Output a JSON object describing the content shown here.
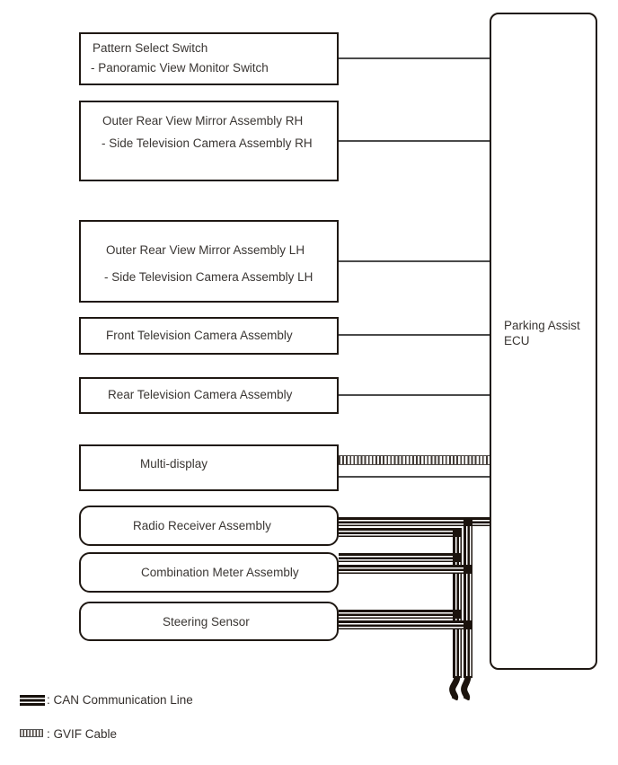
{
  "boxes": {
    "pattern_select": {
      "line1": "Pattern Select Switch",
      "line2": "- Panoramic View Monitor Switch"
    },
    "mirror_rh": {
      "line1": "Outer Rear View Mirror Assembly RH",
      "line2": "- Side Television Camera Assembly RH"
    },
    "mirror_lh": {
      "line1": "Outer Rear View Mirror Assembly LH",
      "line2": "- Side Television Camera Assembly LH"
    },
    "front_camera": {
      "line1": "Front Television Camera Assembly"
    },
    "rear_camera": {
      "line1": "Rear Television Camera Assembly"
    },
    "multi_display": {
      "line1": "Multi-display"
    },
    "radio_receiver": {
      "line1": "Radio Receiver Assembly"
    },
    "combination_meter": {
      "line1": "Combination Meter Assembly"
    },
    "steering_sensor": {
      "line1": "Steering Sensor"
    }
  },
  "ecu": {
    "line1": "Parking Assist",
    "line2": "ECU"
  },
  "legend": {
    "can": ": CAN Communication Line",
    "gvif": ": GVIF Cable"
  },
  "connections": [
    {
      "from": "Pattern Select Switch",
      "to": "Parking Assist ECU",
      "type": "wire"
    },
    {
      "from": "Outer Rear View Mirror Assembly RH",
      "to": "Parking Assist ECU",
      "type": "wire"
    },
    {
      "from": "Outer Rear View Mirror Assembly LH",
      "to": "Parking Assist ECU",
      "type": "wire"
    },
    {
      "from": "Front Television Camera Assembly",
      "to": "Parking Assist ECU",
      "type": "wire"
    },
    {
      "from": "Rear Television Camera Assembly",
      "to": "Parking Assist ECU",
      "type": "wire"
    },
    {
      "from": "Multi-display",
      "to": "Parking Assist ECU",
      "type": "gvif-cable + wire"
    },
    {
      "from": "Radio Receiver Assembly",
      "to": "Parking Assist ECU",
      "type": "can-communication-line"
    },
    {
      "from": "Combination Meter Assembly",
      "to": "CAN bus",
      "type": "can-communication-line"
    },
    {
      "from": "Steering Sensor",
      "to": "CAN bus",
      "type": "can-communication-line"
    }
  ],
  "colors": {
    "box_border": "#1f1813",
    "can_line": "#1b130d",
    "wire": "#4a4a4a",
    "text": "#3a3633"
  }
}
